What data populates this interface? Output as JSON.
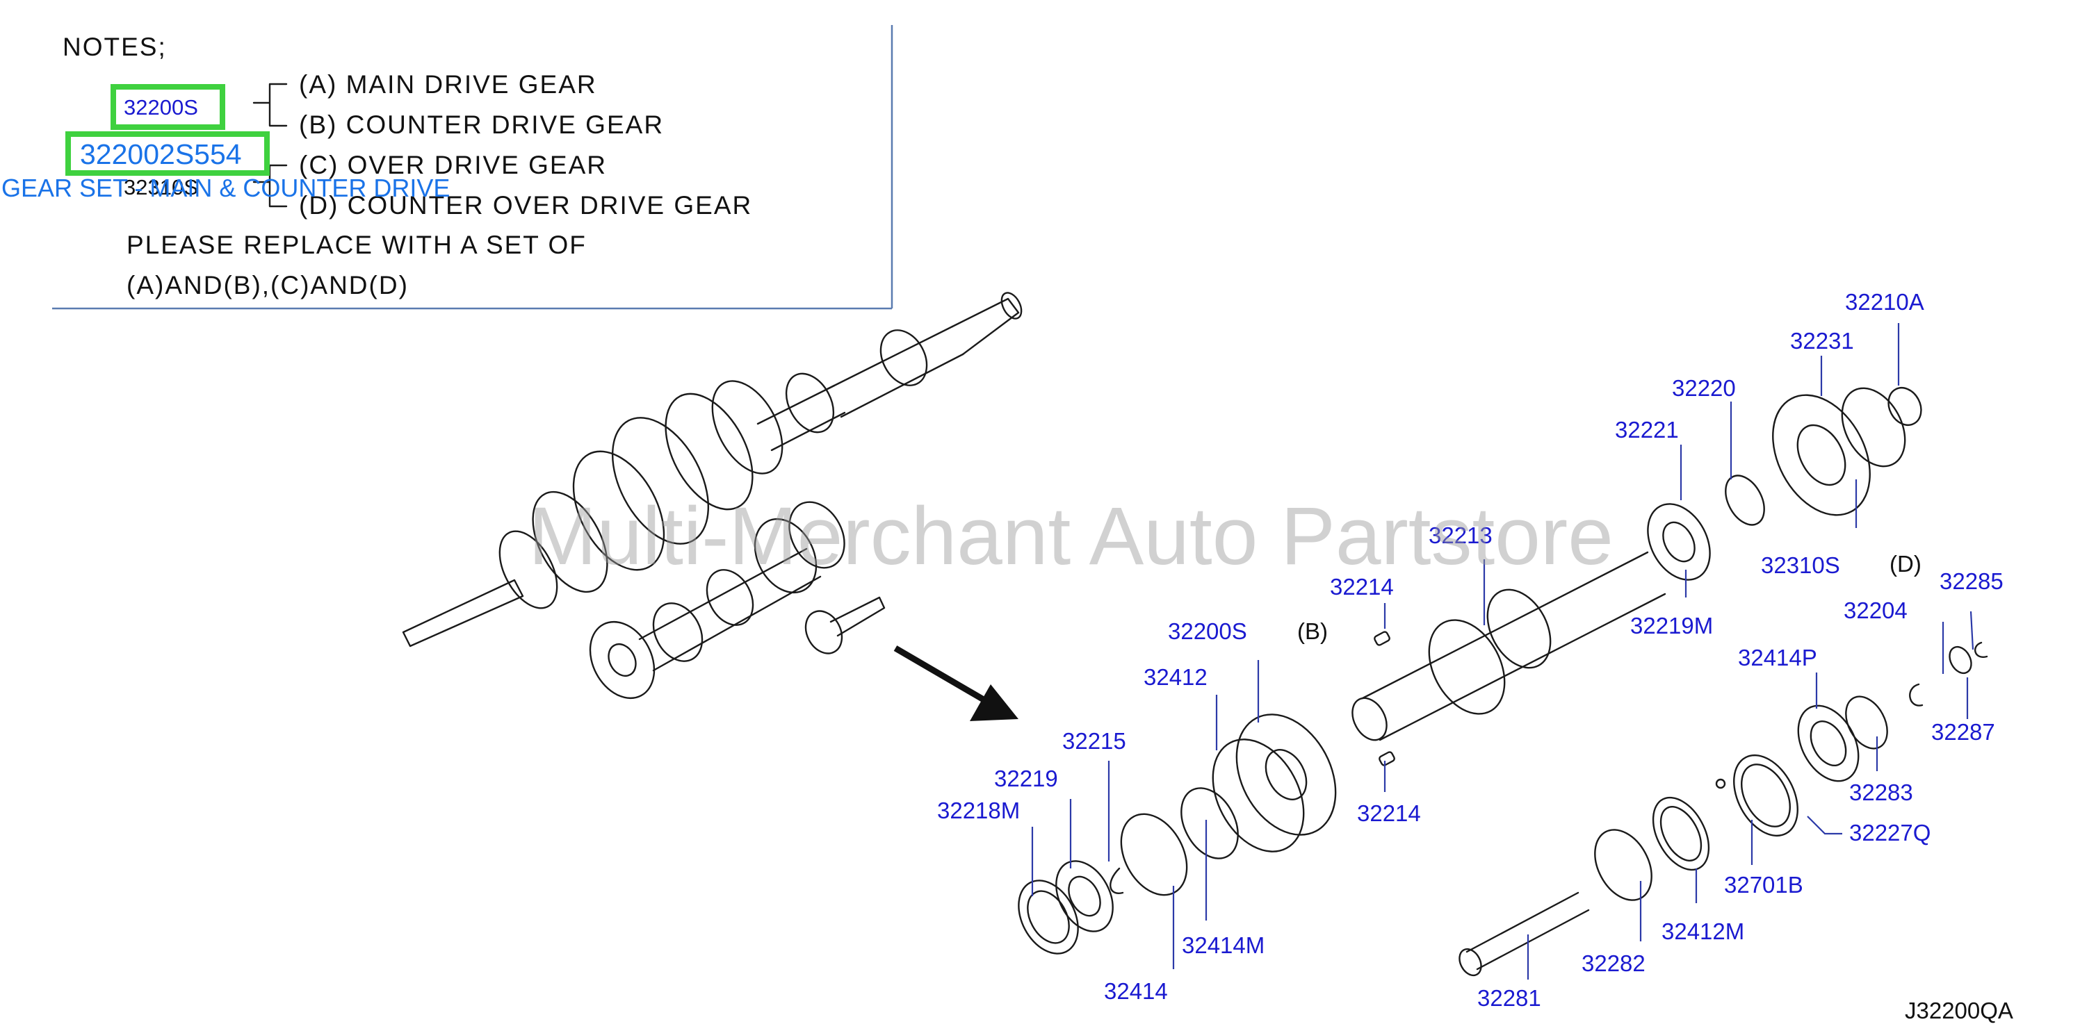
{
  "notes": {
    "heading": "NOTES;",
    "lines": {
      "a": "(A)  MAIN  DRIVE  GEAR",
      "b": "(B)  COUNTER  DRIVE  GEAR",
      "c": "(C)  OVER  DRIVE  GEAR",
      "d": "(D)  COUNTER  OVER  DRIVE  GEAR",
      "replace1": "PLEASE  REPLACE  WITH  A  SET  OF",
      "replace2": "(A)AND(B),(C)AND(D)"
    },
    "ref_32200s": "32200S",
    "ref_32310s": "32310S"
  },
  "highlight": {
    "part_number": "322002S554",
    "description": "GEAR SET - MAIN & COUNTER DRIVE",
    "box_color": "#3fd13f",
    "text_color": "#1a73e8"
  },
  "markers": {
    "b": "(B)",
    "d": "(D)"
  },
  "callouts": {
    "p32210a": "32210A",
    "p32231": "32231",
    "p32220": "32220",
    "p32221": "32221",
    "p32213": "32213",
    "p32214_top": "32214",
    "p32214_bottom": "32214",
    "p32310s": "32310S",
    "p32219m": "32219M",
    "p32204": "32204",
    "p32285": "32285",
    "p32287": "32287",
    "p32414p": "32414P",
    "p32283": "32283",
    "p32227q": "32227Q",
    "p32701b": "32701B",
    "p32412m": "32412M",
    "p32282": "32282",
    "p32281": "32281",
    "p32200s": "32200S",
    "p32412": "32412",
    "p32215": "32215",
    "p32219": "32219",
    "p32218m": "32218M",
    "p32414m": "32414M",
    "p32414": "32414"
  },
  "diagram_code": "J32200QA",
  "watermark": "Multi-Merchant Auto Partstore",
  "colors": {
    "callout_blue": "#1a1ad0",
    "leader_blue": "#2c3aa8"
  }
}
